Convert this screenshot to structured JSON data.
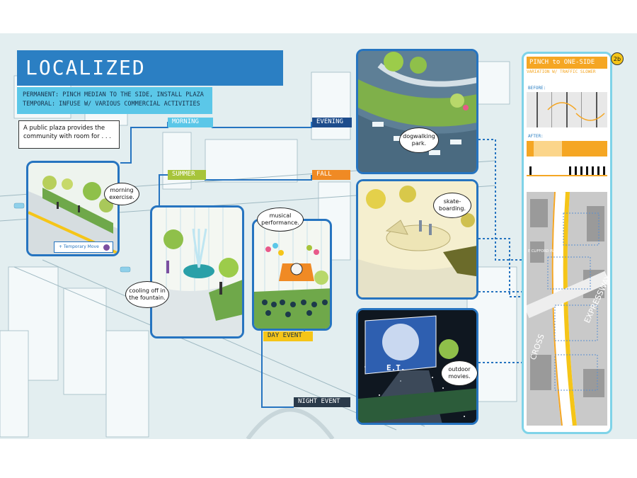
{
  "title": "LOCALIZED MAXIMIZATION",
  "subtitle": {
    "permanent": "PERMANENT: PINCH MEDIAN TO THE SIDE, INSTALL PLAZA",
    "temporal": "TEMPORAL: INFUSE W/ VARIOUS COMMERCIAL ACTIVITIES"
  },
  "intro": "A public plaza provides the community with room for . . .",
  "tags": {
    "morning": "MORNING",
    "evening": "EVENING",
    "summer": "SUMMER",
    "fall": "FALL",
    "day_event": "DAY EVENT",
    "night_event": "NIGHT EVENT"
  },
  "bubbles": {
    "morning": "morning exercise.",
    "evening": "dogwalking park.",
    "summer": "cooling off in the fountain.",
    "day_event": "musical performance.",
    "fall": "skate-boarding.",
    "night_event": "outdoor movies."
  },
  "legend": "+ Temporary Move",
  "movie_title": "E.T.",
  "sidebar": {
    "title": "PINCH to ONE-SIDE",
    "badge": "2b",
    "subtitle": "VARIATION W/ TRAFFIC SLOWER",
    "before": "BEFORE:",
    "after": "AFTER:",
    "map_labels": [
      "EXPRESSWAY",
      "CROSS",
      "E CLIFFORD PL"
    ]
  },
  "colors": {
    "title_bg": "#2b7fc3",
    "subtitle_bg": "#5bc7e8",
    "morning_tag": "#5bc7e8",
    "evening_tag": "#1d4c8c",
    "summer_tag": "#a7c43a",
    "fall_tag": "#f08a24",
    "day_event_tag": "#f5c518",
    "night_event_tag": "#2a3a4a",
    "panel_border": "#2674c0",
    "accent_orange": "#f5a623"
  }
}
